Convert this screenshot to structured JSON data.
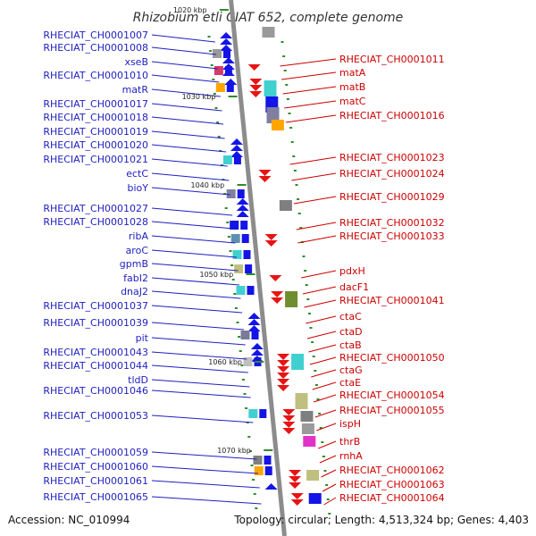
{
  "title": "Rhizobium etli CIAT 652, complete genome",
  "accession": "Accession: NC_010994",
  "topology": "Topology: circular; Length: 4,513,324 bp; Genes: 4,403",
  "scale_labels": [
    "1020 kbp",
    "1030 kbp",
    "1040 kbp",
    "1050 kbp",
    "1060 kbp",
    "1070 kbp"
  ],
  "left_labels": [
    "RHECIAT_CH0001007",
    "RHECIAT_CH0001008",
    "xseB",
    "RHECIAT_CH0001010",
    "matR",
    "RHECIAT_CH0001017",
    "RHECIAT_CH0001018",
    "RHECIAT_CH0001019",
    "RHECIAT_CH0001020",
    "RHECIAT_CH0001021",
    "ectC",
    "bioY",
    "RHECIAT_CH0001027",
    "RHECIAT_CH0001028",
    "ribA",
    "aroC",
    "gpmB",
    "fabI2",
    "dnaJ2",
    "RHECIAT_CH0001037",
    "RHECIAT_CH0001039",
    "pit",
    "RHECIAT_CH0001043",
    "RHECIAT_CH0001044",
    "tldD",
    "RHECIAT_CH0001046",
    "RHECIAT_CH0001053",
    "RHECIAT_CH0001059",
    "RHECIAT_CH0001060",
    "RHECIAT_CH0001061",
    "RHECIAT_CH0001065"
  ],
  "right_labels": [
    "RHECIAT_CH0001011",
    "matA",
    "matB",
    "matC",
    "RHECIAT_CH0001016",
    "RHECIAT_CH0001023",
    "RHECIAT_CH0001024",
    "RHECIAT_CH0001029",
    "RHECIAT_CH0001032",
    "RHECIAT_CH0001033",
    "pdxH",
    "dacF1",
    "RHECIAT_CH0001041",
    "ctaC",
    "ctaD",
    "ctaB",
    "RHECIAT_CH0001050",
    "ctaG",
    "ctaE",
    "RHECIAT_CH0001054",
    "RHECIAT_CH0001055",
    "ispH",
    "thrB",
    "rnhA",
    "RHECIAT_CH0001062",
    "RHECIAT_CH0001063",
    "RHECIAT_CH0001064"
  ],
  "colors": {
    "forward": "#1414e6",
    "reverse": "#e61414",
    "left_text": "#1f1fbf",
    "right_text": "#cc0000",
    "backbone": "#8c8c8c"
  }
}
